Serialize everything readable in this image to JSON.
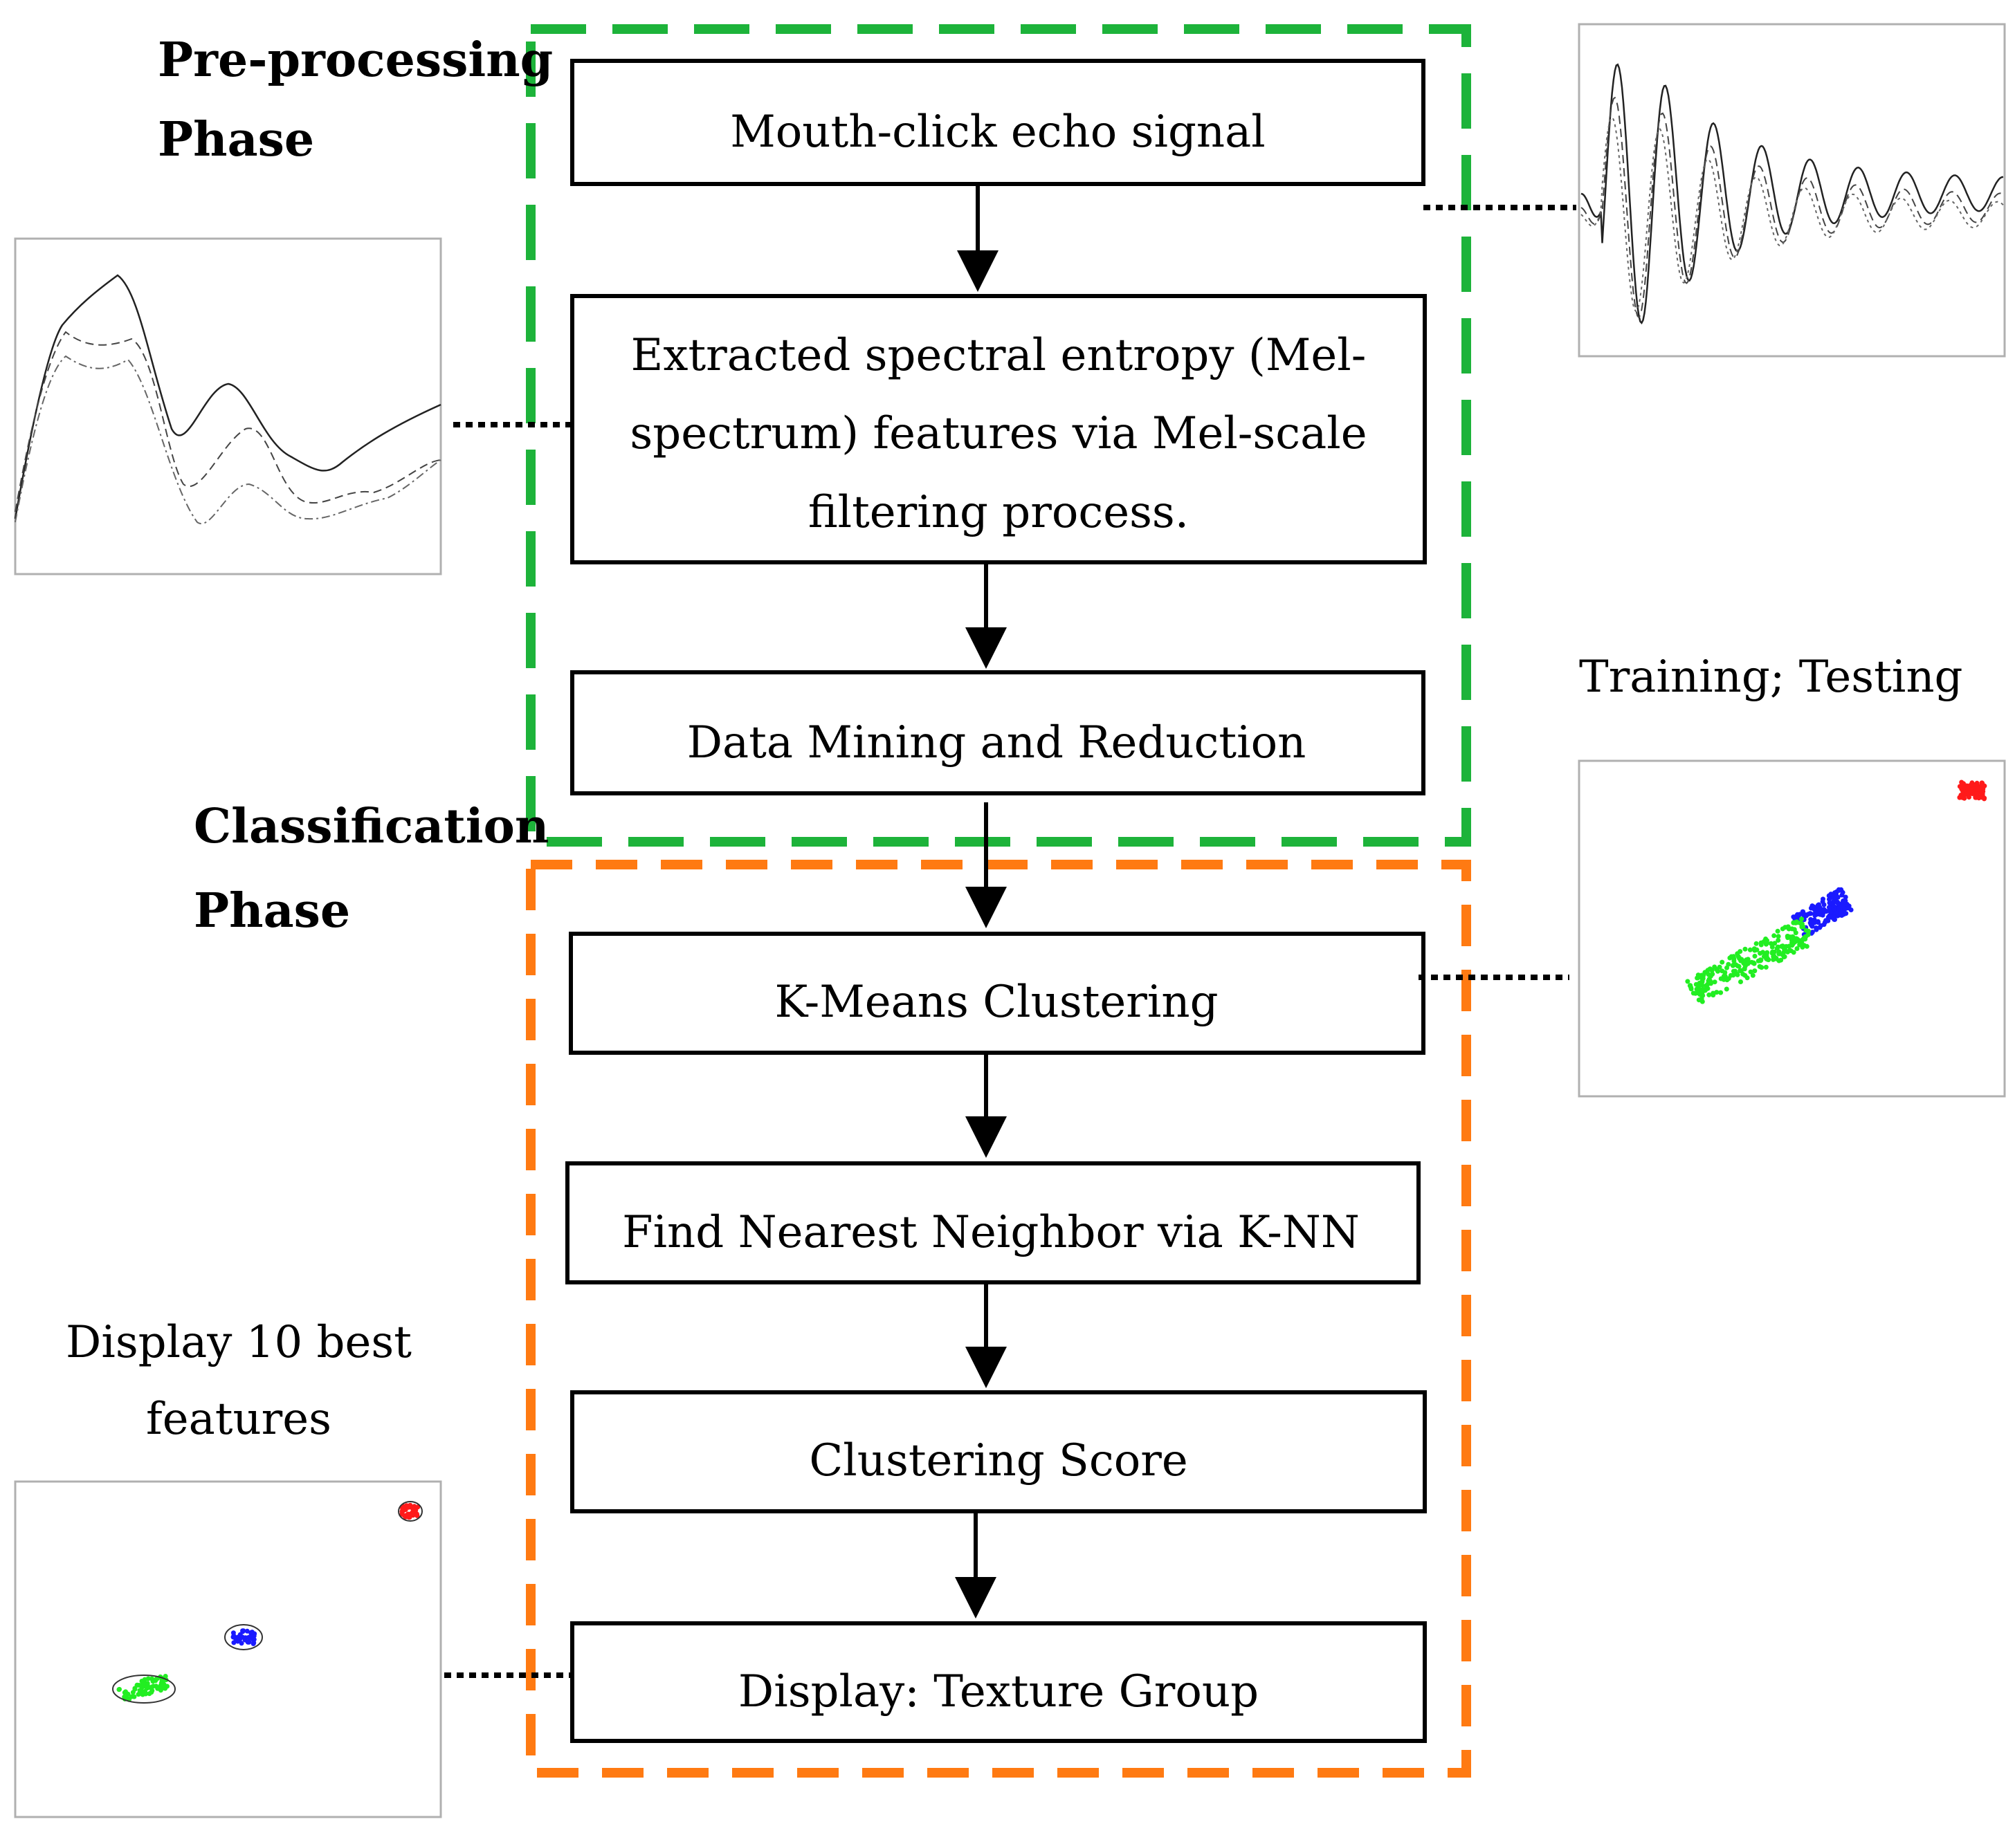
{
  "phases": {
    "preprocessing": {
      "line1": "Pre-processing",
      "line2": "Phase",
      "color": "#1db33a"
    },
    "classification": {
      "line1": "Classification",
      "line2": "Phase",
      "color": "#ff7a12"
    }
  },
  "steps": {
    "mouth_click": "Mouth-click echo signal",
    "mel_line1": "Extracted spectral entropy (Mel-",
    "mel_line2": "spectrum) features via Mel-scale",
    "mel_line3": "filtering process.",
    "data_mining": "Data Mining and Reduction",
    "kmeans": "K-Means Clustering",
    "knn": "Find Nearest Neighbor via K-NN",
    "score": "Clustering Score",
    "display": "Display: Texture Group"
  },
  "side_labels": {
    "training_testing": "Training; Testing",
    "display_best_line1": "Display 10 best",
    "display_best_line2": "features"
  },
  "cluster_colors": {
    "red": "#ff1a1a",
    "blue": "#1a1aff",
    "green": "#22ee22"
  }
}
